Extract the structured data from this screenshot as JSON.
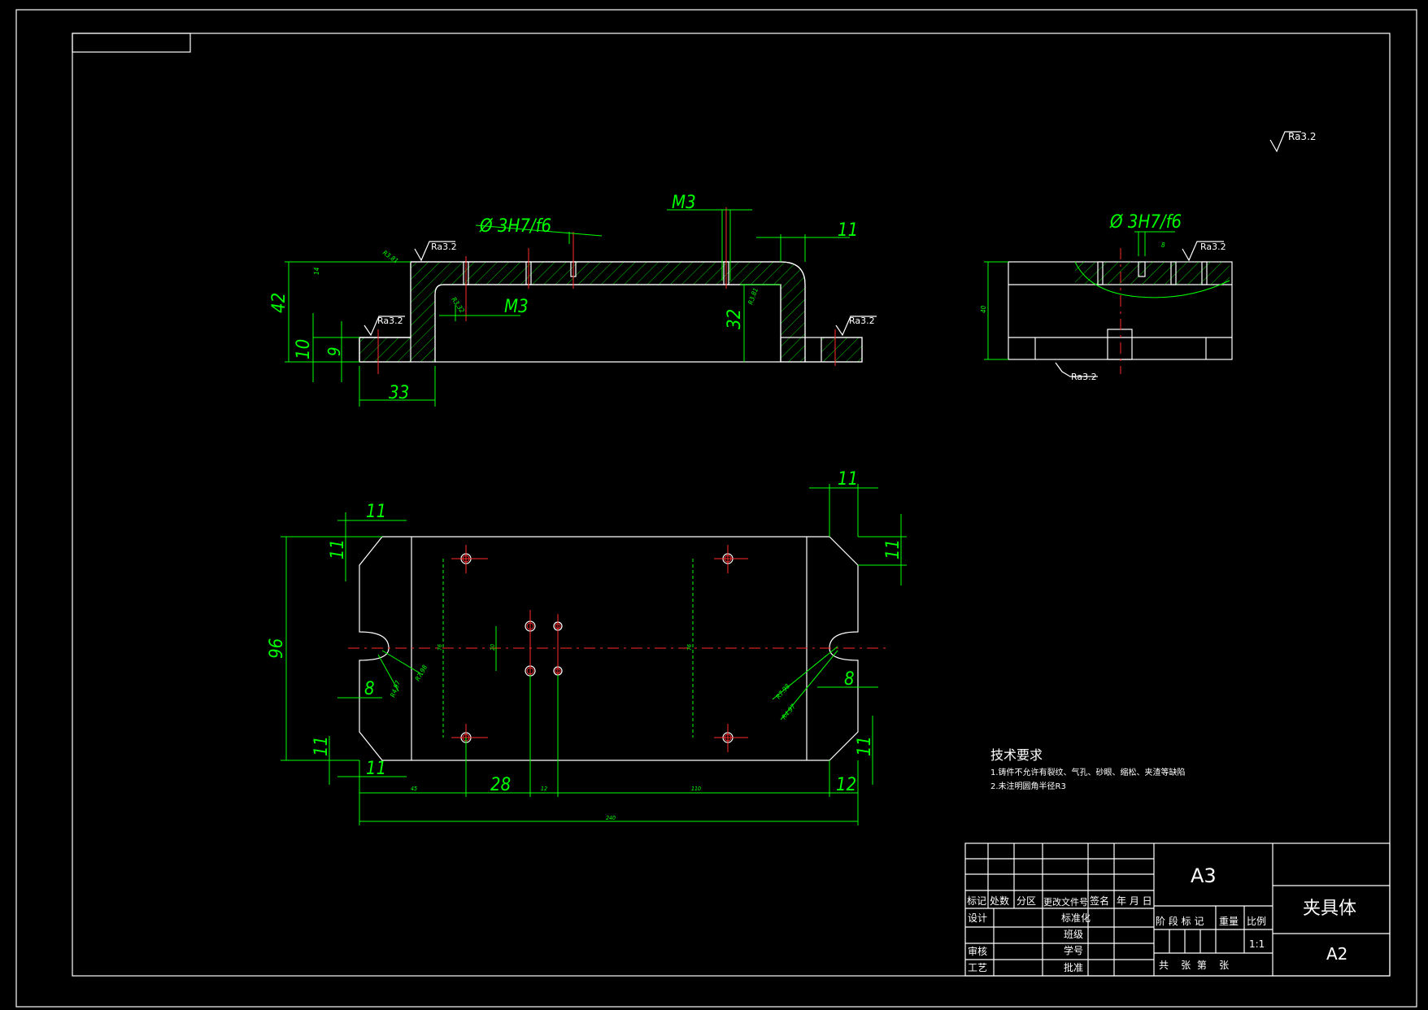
{
  "drawing": {
    "surface_finish": "Ra3.2",
    "front_view": {
      "dims": {
        "bore": "Ø 3H7/f6",
        "thread_top": "M3",
        "thread_inner": "M3",
        "flange": "11",
        "height_total": "42",
        "height_base": "10",
        "height_step": "9",
        "width_left": "33",
        "height_right": "32",
        "small_1": "R3.81",
        "small_2": "R3.32",
        "small_3": "R3.81",
        "small_4": "14"
      }
    },
    "side_view": {
      "dims": {
        "bore": "Ø 3H7/f6",
        "height": "40",
        "small": "8"
      }
    },
    "plan_view": {
      "dims": {
        "chamfer_tl_h": "11",
        "chamfer_tl_v": "11",
        "chamfer_tr_h": "11",
        "chamfer_tr_v": "11",
        "chamfer_bl_h": "11",
        "chamfer_bl_v": "11",
        "chamfer_br_v": "11",
        "height": "96",
        "slot_left": "8",
        "slot_right": "8",
        "r_left_1": "R7.98",
        "r_left_2": "R4.97",
        "r_right_1": "R7.98",
        "r_right_2": "R4.97",
        "pitch": "28",
        "right_gap": "12",
        "x_first": "45",
        "x_small": "12",
        "x_large": "110",
        "total_width": "240",
        "v_hole_left": "76",
        "v_hole_small": "20",
        "v_hole_right": "76"
      }
    },
    "tech_requirements": {
      "title": "技术要求",
      "items": [
        "1.铸件不允许有裂纹、气孔、砂眼、缩松、夹渣等缺陷",
        "2.未注明圆角半径R3"
      ]
    },
    "title_block": {
      "headers": [
        "标记",
        "处数",
        "分区",
        "更改文件号",
        "签名",
        "年 月 日"
      ],
      "roles": [
        "设计",
        "审核",
        "工艺"
      ],
      "right_roles": [
        "标准化",
        "班级",
        "学号",
        "批准"
      ],
      "stage_label": "阶 段 标 记",
      "weight_label": "重量",
      "scale_label": "比例",
      "scale_value": "1:1",
      "sheet_text": "共    张  第    张",
      "paper_size": "A3",
      "part_name": "夹具体",
      "drawing_no": "A2"
    },
    "colors": {
      "outline": "#ffffff",
      "dimension": "#00ff00",
      "centerline": "#ff2a2a",
      "background": "#000000"
    }
  }
}
